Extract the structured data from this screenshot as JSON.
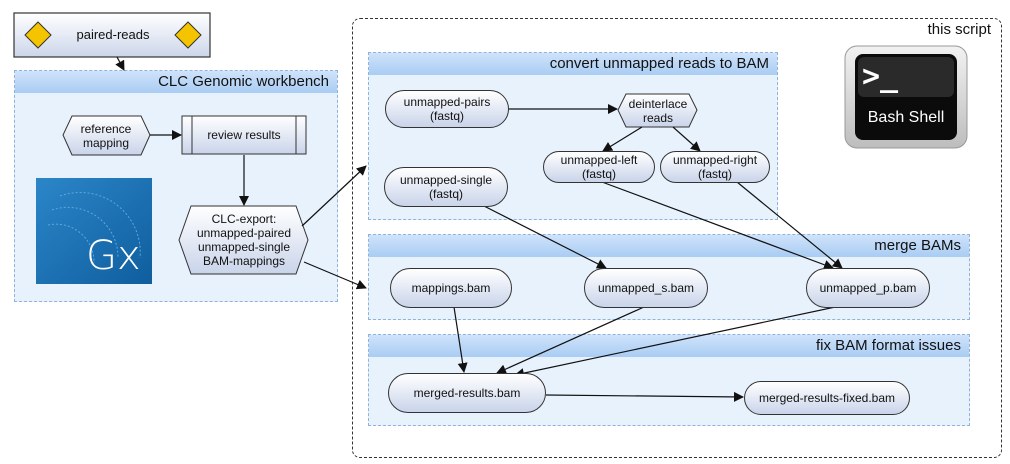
{
  "input": {
    "label": "paired-reads"
  },
  "clc": {
    "title": "CLC Genomic workbench",
    "reference_mapping": "reference\nmapping",
    "review_results": "review results",
    "export": "CLC-export:\nunmapped-paired\nunmapped-single\nBAM-mappings",
    "logo_letters": "Gx"
  },
  "script": {
    "title": "this script",
    "shell_icon_label": "Bash Shell",
    "shell_prompt": ">_"
  },
  "convert": {
    "title": "convert unmapped reads to BAM",
    "unmapped_pairs": "unmapped-pairs\n(fastq)",
    "deinterlace": "deinterlace\nreads",
    "unmapped_single": "unmapped-single\n(fastq)",
    "unmapped_left": "unmapped-left\n(fastq)",
    "unmapped_right": "unmapped-right\n(fastq)"
  },
  "merge": {
    "title": "merge BAMs",
    "mappings": "mappings.bam",
    "unmapped_s": "unmapped_s.bam",
    "unmapped_p": "unmapped_p.bam"
  },
  "fix": {
    "title": "fix BAM format issues",
    "merged": "merged-results.bam",
    "merged_fixed": "merged-results-fixed.bam"
  },
  "colors": {
    "group_fill": "#e8f2fc",
    "group_header": "#a9cdf3",
    "diamond": "#f4c400",
    "node_gradient_end": "#c9d4ea"
  }
}
